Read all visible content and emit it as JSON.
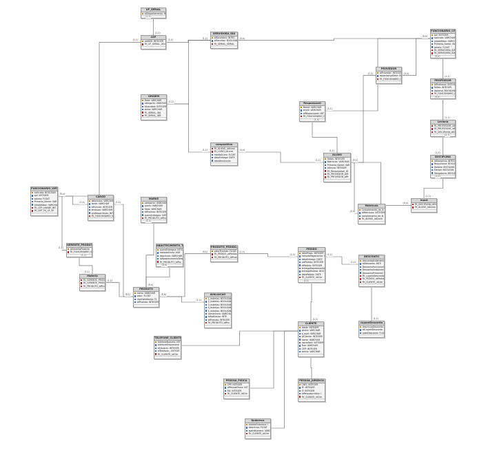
{
  "diagram": {
    "tables": [
      {
        "id": "UF_SERIAL",
        "name": "UF_SERIAL",
        "rows": [
          "idDepartamento: INT"
        ]
      },
      {
        "id": "CEP",
        "name": "CEP",
        "rows": [
          "cidADE: INTEGER",
          "FK_UF_SERIAL_UEv"
        ]
      },
      {
        "id": "ORIGEM",
        "name": "ORIGEM",
        "rows": [
          "Data: VARCHAR",
          "categoria: VARCHAR",
          "idLocated: INTEGER",
          "outro: VARCHAR",
          "FK_SERIAL_IDA",
          "FK_SERIAL_IDB"
        ]
      },
      {
        "id": "SERIAL_IDA",
        "name": "SERVIDORA_IDA",
        "rows": [
          "idServidora: INTEG",
          "idServidor: BOOLEAN",
          "FK_SERIAL_SERIAL"
        ]
      },
      {
        "id": "FUNC_CIVIL",
        "name": "FUNCIONARIO_CIVIL",
        "rows": [
          "cpf: INTEGER",
          "contrato: VARCHAR",
          "cidadeNasc: VARCHAR",
          "Primeiro_Nome: VAR",
          "salario: FLOAT",
          "FK_SERVIDORA_IDA",
          "FK_SERVIDORA_IDA"
        ]
      },
      {
        "id": "PROVEDOR",
        "name": "PROVEDOR",
        "rows": [
          "idProvedor: INTEGER",
          "expectativaSeve: IN",
          "FK_FUNCIONARIO_CI"
        ]
      },
      {
        "id": "PROFESSOR",
        "name": "PROFESSOR",
        "rows": [
          "idProfessor: INTEGER",
          "Faltas: INTEGER",
          "diploma: BOOLEAN",
          "FK_FUNCIONARIO_CI"
        ]
      },
      {
        "id": "RESP",
        "name": "Responsavel",
        "rows": [
          "Nome: VARCHAR",
          "email: VARCHAR",
          "idResponsavel: INT",
          "FK_FUNCIONARIO_CI"
        ]
      },
      {
        "id": "LECIONA",
        "name": "Leciona",
        "rows": [
          "FK_PROFESSOR_idPr",
          "FK_PROFESSOR_idPr",
          "FK_DISCIPLINA_idDi"
        ]
      },
      {
        "id": "DISCIPLINA",
        "name": "DISCIPLINA",
        "rows": [
          "idDisciplina: INTEGE",
          "Possuinicial: BOOLEAN",
          "Horario: BOOLEAN",
          "Eletiva: BOOLEAN",
          "Obrigatoria: BOOLEAN"
        ]
      },
      {
        "id": "COMPOSITIVA",
        "name": "compositiva",
        "rows": [
          "FK_ALUNO_idAluno",
          "FK_LIVRO_idLivro",
          "mediaAluno: FLOAT",
          "dataEntrega: DATE",
          "dataDevolucao"
        ]
      },
      {
        "id": "ALUNO",
        "name": "ALUNO",
        "rows": [
          "Faltas: INTEGER",
          "Matricula: VARCHAR",
          "Primeiro_Nome: VAR",
          "idAluno: INTEGER",
          "FK_Responsavel_ID",
          "FK_PROVEDOR_idPr",
          "FK_PROVEDOR_idPr"
        ]
      },
      {
        "id": "CURSO",
        "name": "Matricula",
        "rows": [
          "Complemento_de_N",
          "idMatricula: INTEGER",
          "complemento_de_N",
          "FK_ALUNO_idAluno"
        ]
      },
      {
        "id": "FAIXA",
        "name": "Input",
        "rows": [
          "FK_DISCIPLINA_idDi",
          "FK_ALUNO_idAluno"
        ]
      },
      {
        "id": "FUNC_VIRTUAL",
        "name": "FUNCIONARIO_VIRTUAL",
        "rows": [
          "contrato: BOOLEAN",
          "cpf: INTEGER",
          "salario: FLOAT",
          "Primeiro_Nome: VAR",
          "cidadeNasc: VARCHAR",
          "FK_CEP_cidADE_INT",
          "FK_CEP_FK_UF_SE"
        ]
      },
      {
        "id": "CARGO",
        "name": "CARGO",
        "rows": [
          "dataInicio: VARCHAR",
          "fonte: VARCHAR",
          "idFuncao: INTEGER",
          "emissao: VARCHAR",
          "professorHoras: INT",
          "FK_FUNCIONARIO_V"
        ]
      },
      {
        "id": "MARKE",
        "name": "MARKE",
        "rows": [
          "categoria: VARCHAR",
          "quem: VARCHAR",
          "Sexo: VARCHAR",
          "idProduto: INTEGER",
          "quemEntregou: INTE",
          "FK_PRODUTO_idPro"
        ]
      },
      {
        "id": "ABAST",
        "name": "ABASTECIMENTO_TELA",
        "rows": [
          "quantEntregue: INTE",
          "metodoEnvio: VAR",
          "descricao: VARCHAR",
          "idAbastecimentoTelas",
          "FK_PRODUTO_idPro"
        ]
      },
      {
        "id": "GERENTE",
        "name": "GERENTE_PRODUTO",
        "rows": [
          "idGerenteProduto",
          "FK_FUNCIONARIO_VI"
        ]
      },
      {
        "id": "MATERIA",
        "name": "Materia",
        "rows": [
          "FK_GERENTE_PRODU",
          "FK_GERENTE_PRODU",
          "FK_PRODUTO_idPro"
        ]
      },
      {
        "id": "PRODUTO",
        "name": "PRODUTO",
        "rows": [
          "nome: VARCHAR",
          "valor: FLOAT",
          "nivelVestibular: FL",
          "idProduto: INTEGER"
        ]
      },
      {
        "id": "PROD_PED",
        "name": "PRODUTO_PEDIDO_Bon",
        "rows": [
          "valorProduto: FLOAT",
          "FK_PEDIDO_idPedido",
          "FK_PRODUTO_idProd"
        ]
      },
      {
        "id": "AVALIACAO",
        "name": "AVALIACAO",
        "rows": [
          "1_estrelas: BOOLEAN",
          "2_estrelas: BOOLEAN",
          "3_estrelas: BOOLEAN",
          "4_estrelas: BOOLEAN",
          "5_estrelas: BOOLEAN",
          "comentario: VARCHA",
          "idAvaliacao: INTE",
          "idProduto: INTEGER",
          "FK_PRODUTO_idPro"
        ]
      },
      {
        "id": "PEDIDO",
        "name": "PEDIDO",
        "rows": [
          "dataPrazo: INTEGER",
          "metodoPagamento: VA",
          "dataEntrega: DATE",
          "valPedido: INTEGER",
          "idPedido: INTEGER",
          "entregaRapidamente: B",
          "entregaPadrao: BOO",
          "dataPedido: DATE",
          "FK_CLIENTE_idClie"
        ]
      },
      {
        "id": "DESCONTO",
        "name": "DESCONTO",
        "rows": [
          "descontoAndamento",
          "idDesconto: INTE",
          "DescontoFuncionario",
          "DescontoAndaListe: B",
          "DescontoPrimeiraC",
          "FK_cupomDesconto",
          "FK_PEDIDO_idPedido",
          "FK_CLIENTE_idClie"
        ]
      },
      {
        "id": "CUPOM",
        "name": "cupomDesconto",
        "rows": [
          "descricaoDesconto",
          "idCupomDesconto",
          "codeDesconto: FLOAT"
        ]
      },
      {
        "id": "TELEFONE",
        "name": "TELEFONE_CLIENTE",
        "rows": [
          "telefoneNumero: INT",
          "telefoneEmpresaria",
          "idUsuario: INTEGER",
          "idTelefone_: INTEGR",
          "FK_CLIENTE_idClie"
        ]
      },
      {
        "id": "CLIENTE",
        "name": "CLIENTE",
        "rows": [
          "idade: INTEGER",
          "senha: VARCHAR",
          "e_mail: VARCHAR",
          "idCliente: INTEGER",
          "nome: VARCHAR",
          "nomeFant: INTEGER",
          "Rua: VARCHAR",
          "CEP: INTEGER",
          "senha: VARCHAR"
        ]
      },
      {
        "id": "PESSOA_FISICA",
        "name": "PESSOA_FISICA",
        "rows": [
          "CPF: INTEGER",
          "idPessoaFisica: INT",
          "RG: INTEGER",
          "FK_CLIENTE_idClie"
        ]
      },
      {
        "id": "PESSOA_JUR",
        "name": "PESSOA_JURIDICA",
        "rows": [
          "CNPJ: INTEGER",
          "IE: INTEGER",
          "IT: INTEGER",
          "idPessoaJuridica: I",
          "FK_CLIENTE_idClie"
        ]
      },
      {
        "id": "ENDERECO",
        "name": "Endereco",
        "rows": [
          "cidadeEndereco: I",
          "descricao: FLOAT",
          "apartNumero: VARC",
          "FK_CLIENTE_idClie"
        ]
      }
    ],
    "cardinalities": [
      "(1,1)",
      "(1,1)",
      "(1,1)",
      "(1,n)",
      "(1,1)",
      "(1,1)",
      "(1,1)",
      "(0,n)",
      "(0,n)",
      "(0,n)",
      "(1,1)",
      "(0,n)",
      "(1,1)",
      "(0,n)",
      "(1,1)",
      "(0,n)",
      "(1,1)",
      "(1,1)",
      "(1,1)",
      "(1,n)",
      "(0,n)",
      "(1,1)",
      "(0,n)",
      "(1,1)",
      "(1,1)",
      "(1,1)",
      "(0,n)",
      "(0,n)",
      "(1,1)",
      "(1,1)",
      "(0,n)",
      "(1,1)",
      "(1,1)",
      "(1,n)",
      "(0,n)",
      "(1,1)",
      "(1,1)",
      "(0,n)",
      "(1,1)",
      "(1,1)",
      "(1,1)",
      "(0,n)",
      "(1,1)",
      "(0,n)",
      "(0,n)",
      "(0,n)",
      "(1,1)",
      "(0,1)",
      "(0,1)",
      "(0,1)",
      "(1,1)",
      "(1,1)",
      "(1,1)",
      "(0,n)",
      "(1,1)",
      "(1,1)",
      "(1,1)",
      "(1,1)",
      "(1,1)"
    ],
    "colors": {
      "header": "#d6d6d6",
      "body": "#f4f4f4",
      "line": "#5a5a5a",
      "pk": "#b8860b",
      "fk": "#b22222"
    }
  }
}
